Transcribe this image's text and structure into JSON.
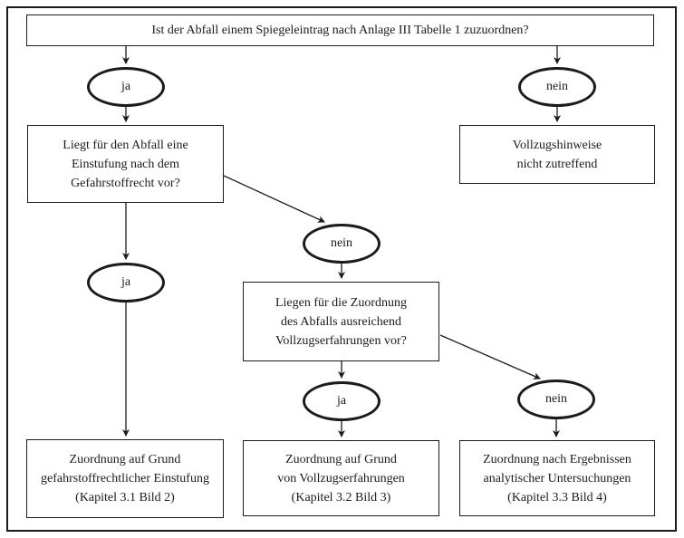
{
  "colors": {
    "line": "#1b1b1b",
    "background": "#ffffff"
  },
  "diagram": {
    "title": "Ist der Abfall einem Spiegeleintrag nach Anlage III Tabelle 1 zuzuordnen?",
    "nodes": {
      "q_gefahrstoff": "Liegt für den Abfall eine\nEinstufung nach dem\nGefahrstoffrecht vor?",
      "vollzugshinweise": "Vollzugshinweise\nnicht zutreffend",
      "q_vollzug": "Liegen für die Zuordnung\ndes Abfalls ausreichend\nVollzugserfahrungen vor?",
      "out_einstufung": "Zuordnung auf Grund\ngefahrstoffrechtlicher Einstufung\n(Kapitel 3.1 Bild 2)",
      "out_vollzug": "Zuordnung auf Grund\nvon Vollzugserfahrungen\n(Kapitel 3.2 Bild 3)",
      "out_analytik": "Zuordnung nach Ergebnissen\nanalytischer Untersuchungen\n(Kapitel 3.3 Bild 4)"
    },
    "decision_labels": {
      "ja1": "ja",
      "nein1": "nein",
      "ja2": "ja",
      "nein2": "nein",
      "ja3": "ja",
      "nein3": "nein"
    }
  }
}
